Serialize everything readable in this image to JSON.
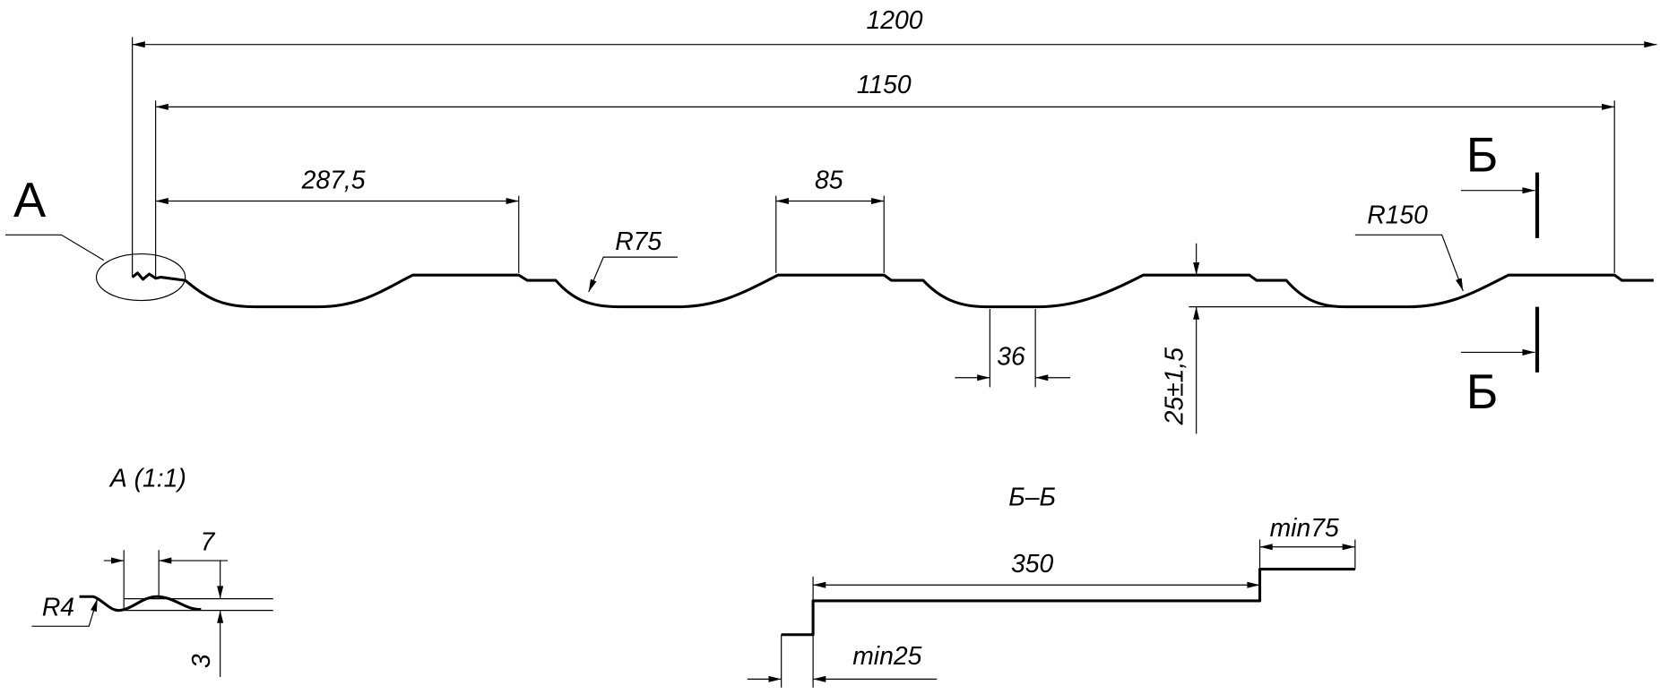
{
  "main_view": {
    "dim_overall": "1200",
    "dim_useful": "1150",
    "dim_first_wave": "287,5",
    "dim_crest": "85",
    "dim_trough": "36",
    "dim_height": "25±1,5",
    "radius_small": "R75",
    "radius_large": "R150",
    "detail_callout": "А",
    "section_mark_top": "Б",
    "section_mark_bottom": "Б"
  },
  "detail_a": {
    "title": "А  (1:1)",
    "dim_width": "7",
    "dim_height": "3",
    "radius": "R4"
  },
  "section_b": {
    "title": "Б–Б",
    "dim_step": "350",
    "dim_min_top": "min75",
    "dim_min_bottom": "min25"
  }
}
